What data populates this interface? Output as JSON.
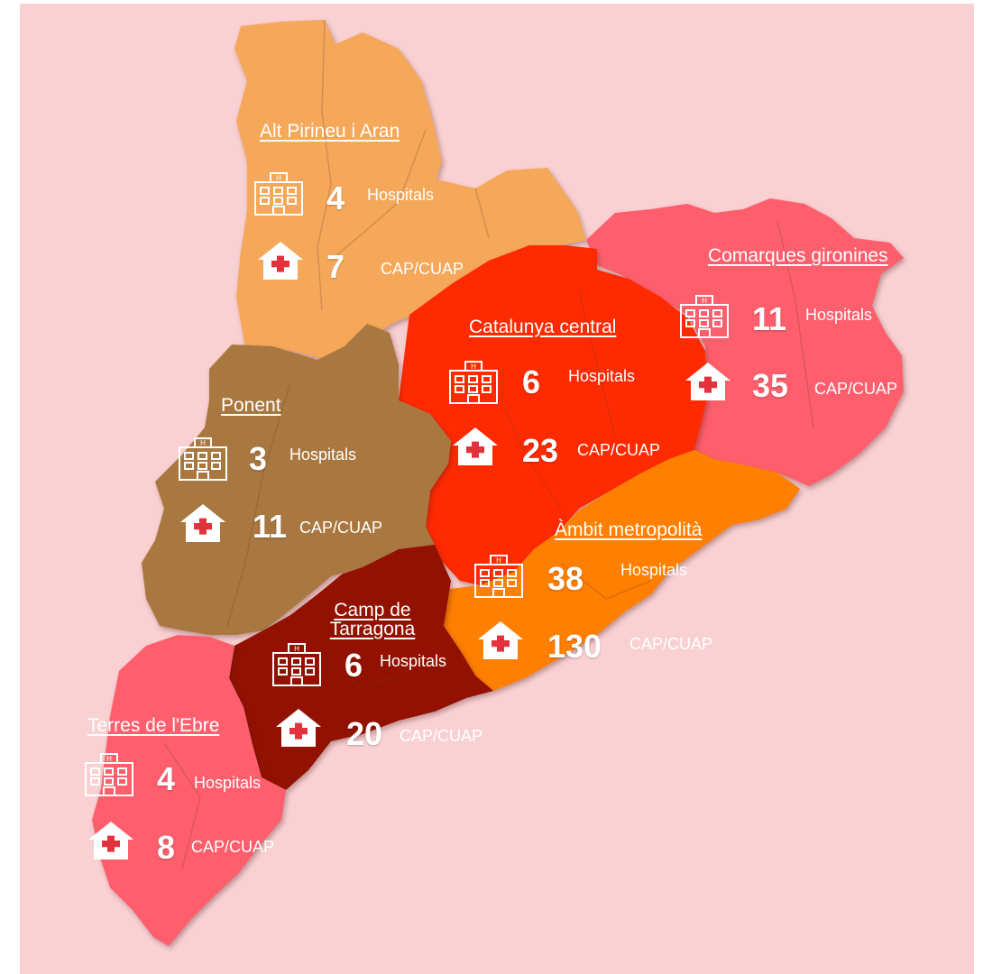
{
  "colors": {
    "background": "#fad1d3",
    "alt_pirineu": "#f6a85a",
    "ponent": "#a97840",
    "catalunya_central": "#ff2a00",
    "comarques_gironines": "#ff5f6d",
    "ambit_metropolita": "#ff7f00",
    "camp_tarragona": "#931100",
    "terres_ebre": "#ff5f6d",
    "text": "#ffffff"
  },
  "icons": {
    "hospital": "hospital-building-icon",
    "cap": "house-cross-icon"
  },
  "regions": [
    {
      "id": "alt-pirineu",
      "name": "Alt Pirineu i  Aran",
      "hospitals": "4",
      "hospitals_label": "Hospitals",
      "cap": "7",
      "cap_label": "CAP/CUAP"
    },
    {
      "id": "comarques-gironines",
      "name": "Comarques gironines",
      "hospitals": "11",
      "hospitals_label": "Hospitals",
      "cap": "35",
      "cap_label": "CAP/CUAP"
    },
    {
      "id": "catalunya-central",
      "name": "Catalunya central",
      "hospitals": "6",
      "hospitals_label": "Hospitals",
      "cap": "23",
      "cap_label": "CAP/CUAP"
    },
    {
      "id": "ponent",
      "name": "Ponent",
      "hospitals": "3",
      "hospitals_label": "Hospitals",
      "cap": "11",
      "cap_label": "CAP/CUAP"
    },
    {
      "id": "ambit-metropolita",
      "name": "Àmbit metropolità",
      "hospitals": "38",
      "hospitals_label": "Hospitals",
      "cap": "130",
      "cap_label": "CAP/CUAP"
    },
    {
      "id": "camp-tarragona",
      "name": "Camp de Tarragona",
      "hospitals": "6",
      "hospitals_label": "Hospitals",
      "cap": "20",
      "cap_label": "CAP/CUAP"
    },
    {
      "id": "terres-ebre",
      "name": "Terres de l'Ebre",
      "hospitals": "4",
      "hospitals_label": "Hospitals",
      "cap": "8",
      "cap_label": "CAP/CUAP"
    }
  ]
}
